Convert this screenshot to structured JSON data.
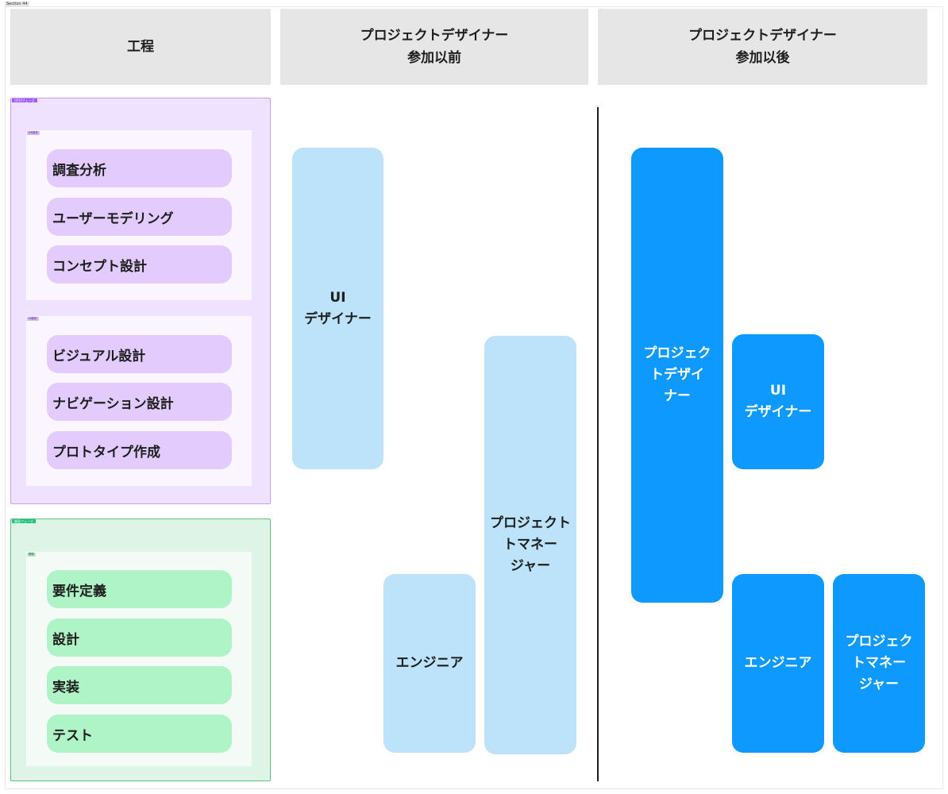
{
  "section_label": "Section 44",
  "headers": {
    "process": "工程",
    "before": [
      "プロジェクトデザイナー",
      "参加以前"
    ],
    "after": [
      "プロジェクトデザイナー",
      "参加以後"
    ]
  },
  "purple_section": {
    "tag": "UXUIフェーズ",
    "groups": [
      {
        "tag": "UX設計",
        "steps": [
          "調査分析",
          "ユーザーモデリング",
          "コンセプト設計"
        ]
      },
      {
        "tag": "UI設計",
        "steps": [
          "ビジュアル設計",
          "ナビゲーション設計",
          "プロトタイプ作成"
        ]
      }
    ]
  },
  "green_section": {
    "tag": "開発フェーズ",
    "group": {
      "tag": "開発",
      "steps": [
        "要件定義",
        "設計",
        "実装",
        "テスト"
      ]
    }
  },
  "before_roles": {
    "ui_designer": [
      "UI",
      "デザイナー"
    ],
    "engineer": [
      "エンジニア"
    ],
    "project_manager": [
      "プロジェクト",
      "トマネー",
      "ジャー"
    ]
  },
  "after_roles": {
    "project_designer": [
      "プロジェク",
      "トデザイ",
      "ナー"
    ],
    "ui_designer": [
      "UI",
      "デザイナー"
    ],
    "engineer": [
      "エンジニア"
    ],
    "project_manager": [
      "プロジェク",
      "トマネー",
      "ジャー"
    ]
  },
  "colors": {
    "header_bg": "#e6e6e6",
    "purple_section_bg": "#efe2fe",
    "purple_step": "#e3ccfd",
    "green_section_bg": "#def4e6",
    "green_step": "#aff4c6",
    "role_light_blue": "#bde3fb",
    "role_blue": "#0d99ff"
  }
}
